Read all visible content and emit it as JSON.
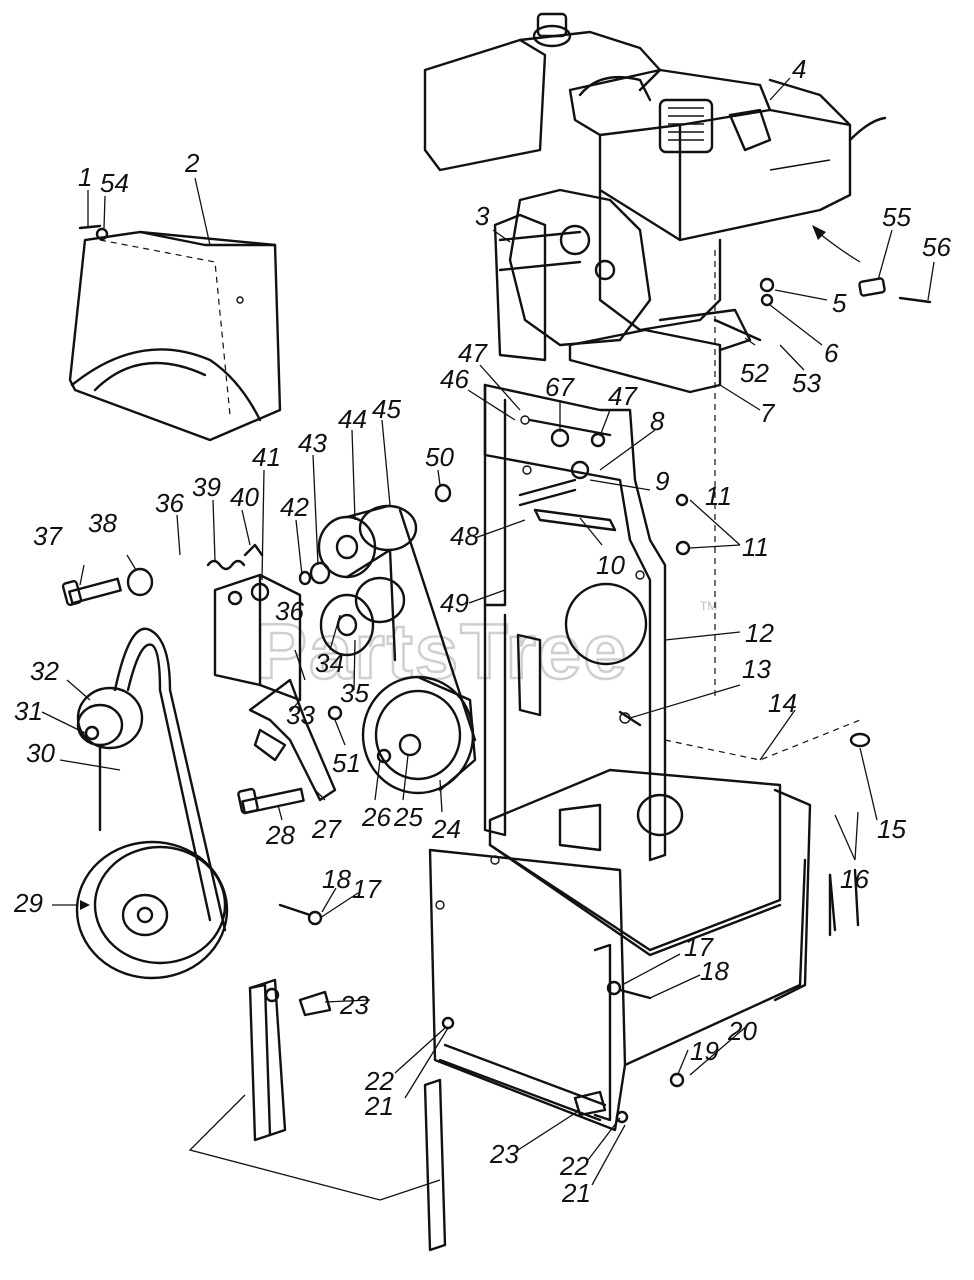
{
  "watermark": {
    "text": "PartsTree",
    "trademark": "TM"
  },
  "callouts": [
    "1",
    "54",
    "2",
    "3",
    "4",
    "55",
    "56",
    "5",
    "6",
    "52",
    "53",
    "7",
    "47",
    "46",
    "67",
    "47",
    "8",
    "50",
    "45",
    "44",
    "43",
    "36",
    "39",
    "40",
    "41",
    "42",
    "9",
    "11",
    "48",
    "10",
    "11",
    "37",
    "38",
    "12",
    "36",
    "49",
    "13",
    "34",
    "35",
    "32",
    "31",
    "33",
    "30",
    "51",
    "14",
    "28",
    "27",
    "26",
    "25",
    "24",
    "15",
    "16",
    "29",
    "18",
    "17",
    "17",
    "18",
    "20",
    "23",
    "22",
    "21",
    "19",
    "23",
    "22",
    "21"
  ],
  "colors": {
    "ink": "#111111",
    "background": "#ffffff",
    "watermark": "#cfcfcf"
  }
}
